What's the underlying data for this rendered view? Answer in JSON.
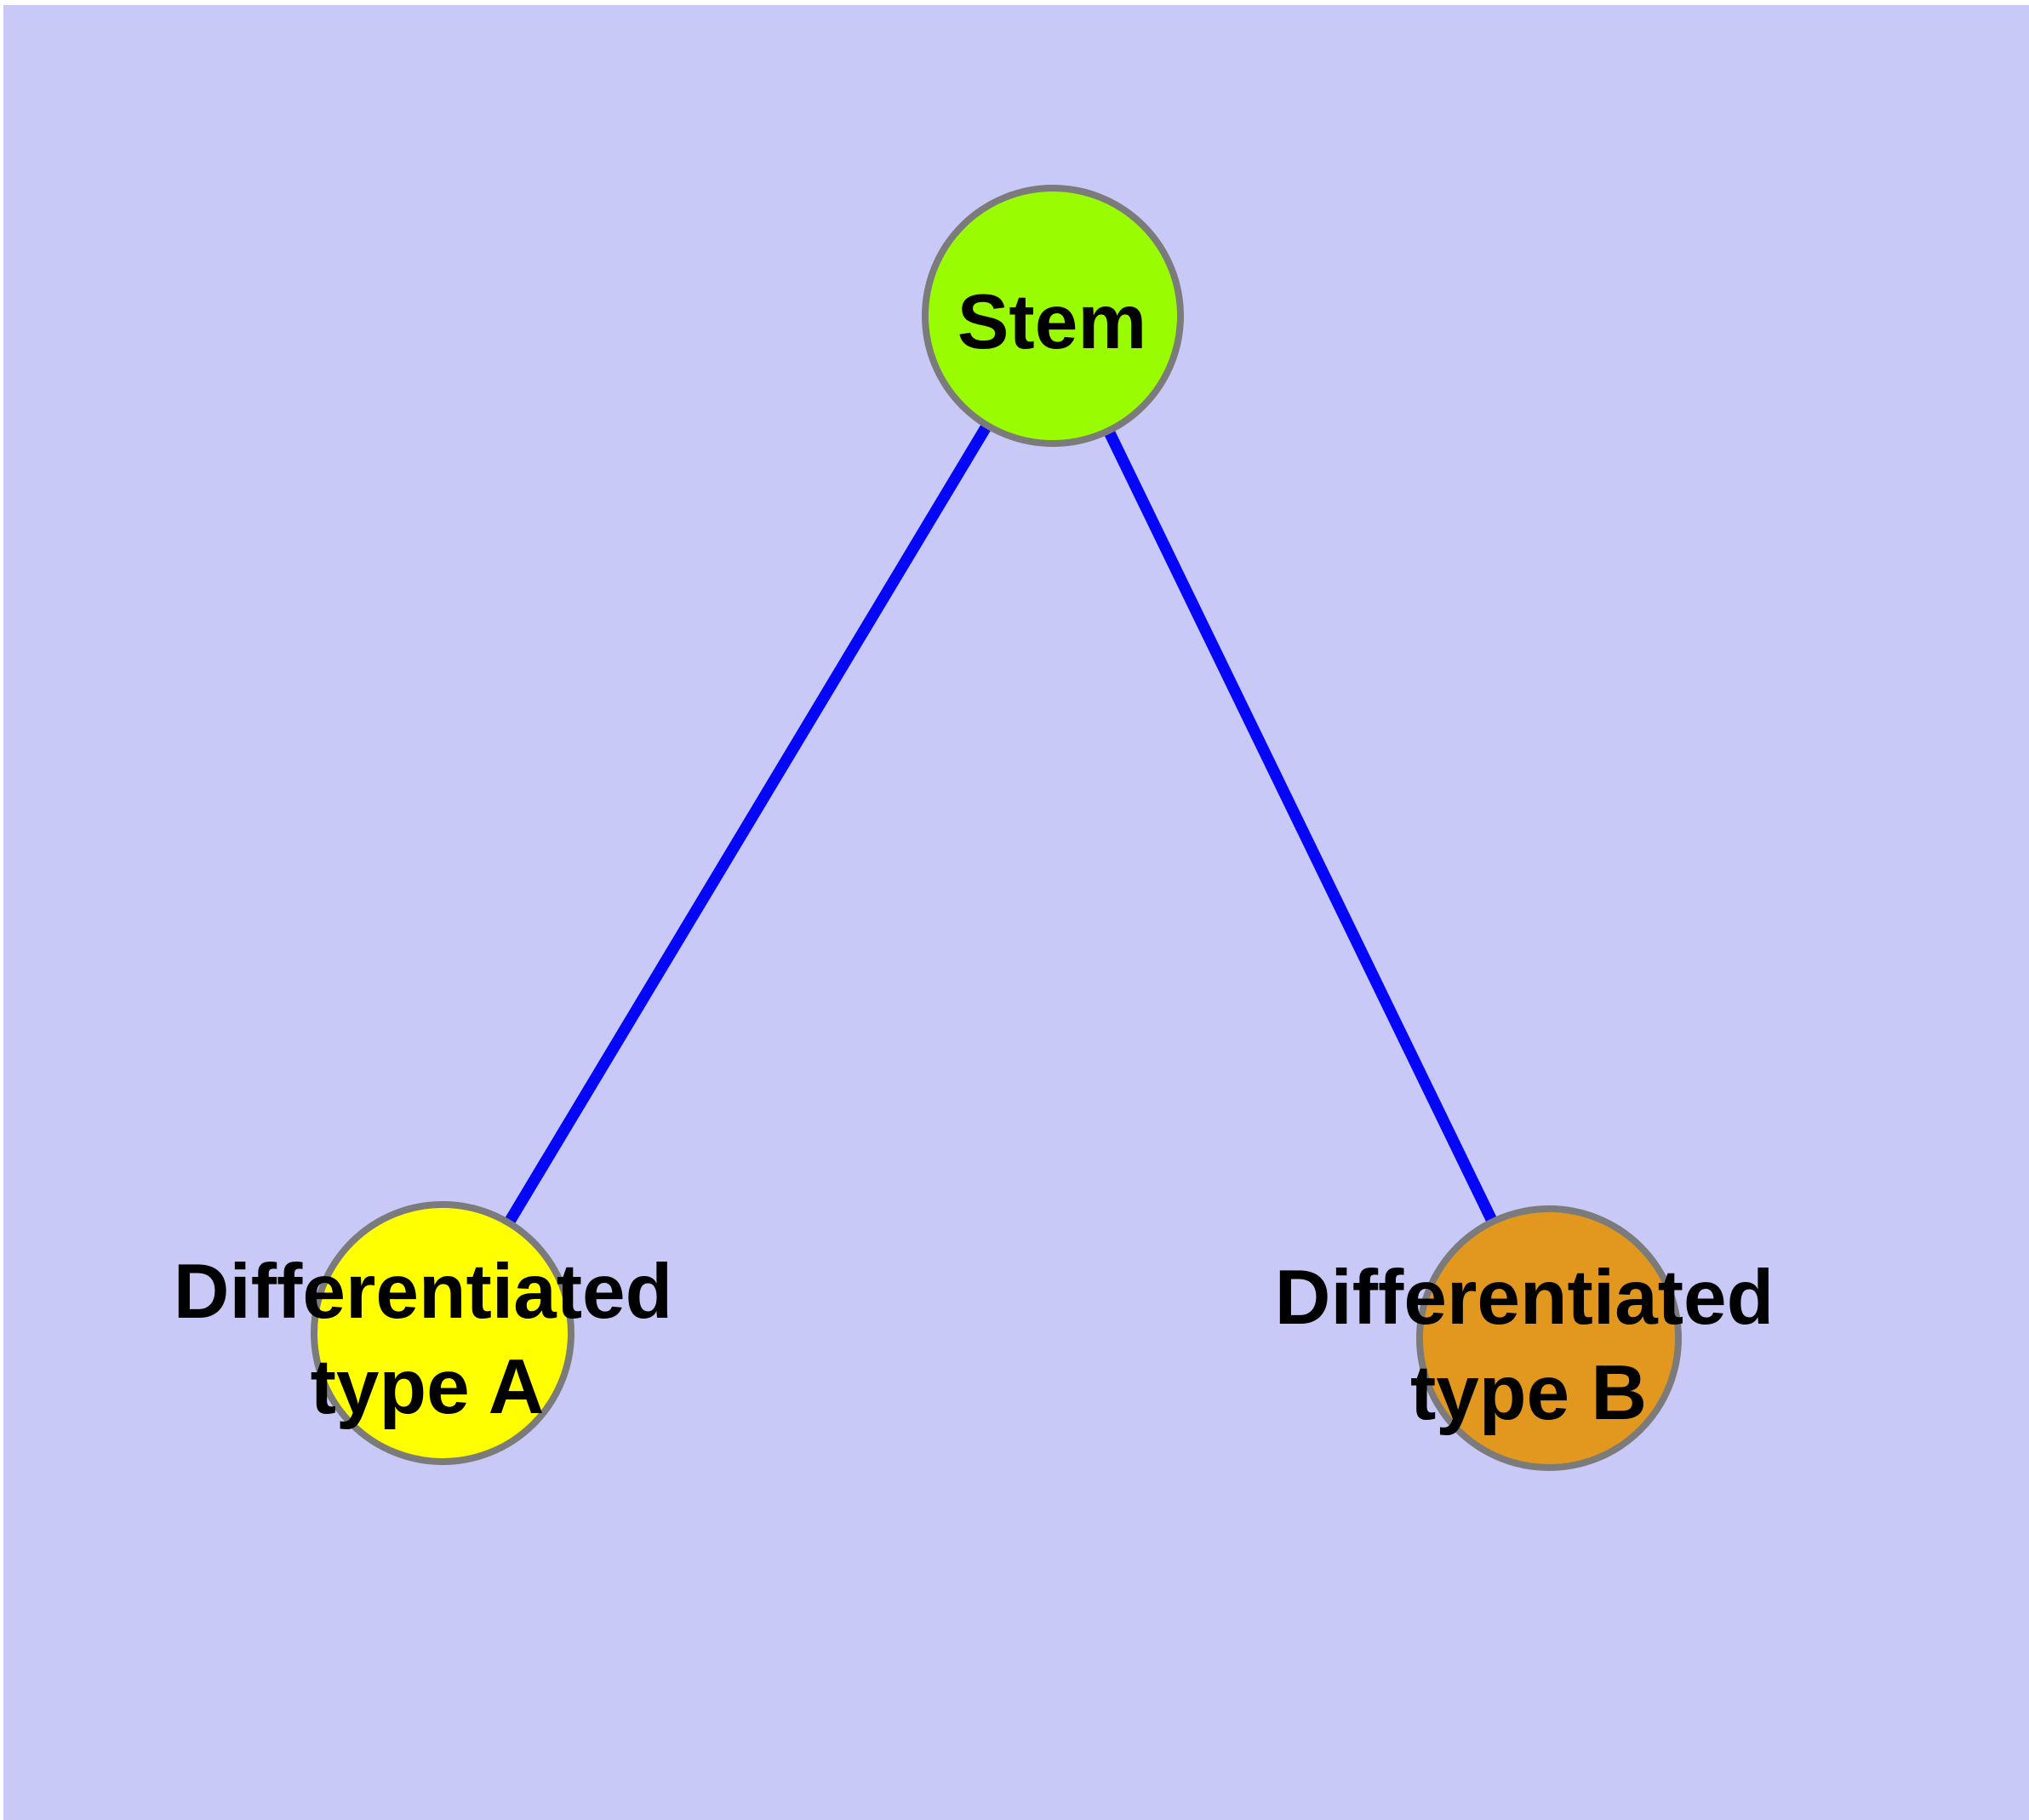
{
  "diagram": {
    "type": "node-link-graph",
    "background_color": "#c9c9f8",
    "frame_color": "#ffffff",
    "edge_color": "#0505f8",
    "node_border_color": "#7b7b7b",
    "label_color": "#000000",
    "nodes": [
      {
        "id": "stem",
        "label": "Stem",
        "label_line1": "Stem",
        "label_line2": "",
        "fill_color": "#9afc00"
      },
      {
        "id": "differentiated-type-a",
        "label": "Differentiated type A",
        "label_line1": "Differentiated",
        "label_line2": "type A",
        "fill_color": "#ffff00"
      },
      {
        "id": "differentiated-type-b",
        "label": "Differentiated type B",
        "label_line1": "Differentiated",
        "label_line2": "type B",
        "fill_color": "#e2981f"
      }
    ],
    "edges": [
      {
        "from": "Stem",
        "to": "Differentiated type A"
      },
      {
        "from": "Stem",
        "to": "Differentiated type B"
      }
    ]
  }
}
